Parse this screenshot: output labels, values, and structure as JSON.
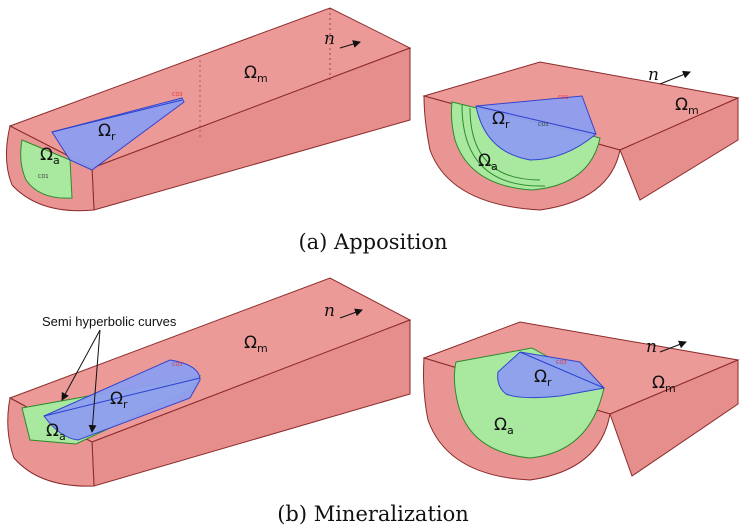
{
  "panels": {
    "a": {
      "caption": "(a) Apposition",
      "left": {
        "omega_m": "Ω",
        "omega_m_sub": "m",
        "omega_r": "Ω",
        "omega_r_sub": "r",
        "omega_a": "Ω",
        "omega_a_sub": "a",
        "normal": "n",
        "tag1": "CO3",
        "tag2": "CO1"
      },
      "right": {
        "omega_m": "Ω",
        "omega_m_sub": "m",
        "omega_r": "Ω",
        "omega_r_sub": "r",
        "omega_a": "Ω",
        "omega_a_sub": "a",
        "normal": "n",
        "tag1": "CO1",
        "tag2": "CO3"
      }
    },
    "b": {
      "caption": "(b) Mineralization",
      "callout": "Semi hyperbolic curves",
      "left": {
        "omega_m": "Ω",
        "omega_m_sub": "m",
        "omega_r": "Ω",
        "omega_r_sub": "r",
        "omega_a": "Ω",
        "omega_a_sub": "a",
        "normal": "n",
        "tag1": "CO3"
      },
      "right": {
        "omega_m": "Ω",
        "omega_m_sub": "m",
        "omega_r": "Ω",
        "omega_r_sub": "r",
        "omega_a": "Ω",
        "omega_a_sub": "a",
        "normal": "n",
        "tag1": "CO3"
      }
    }
  },
  "colors": {
    "matrix_fill": "#ec9a98",
    "matrix_stroke": "#8b2a2a",
    "resorption_fill": "#8e9ff0",
    "resorption_stroke": "#2a3fd0",
    "apposition_fill": "#a9e89f",
    "apposition_stroke": "#2d8a2d"
  }
}
